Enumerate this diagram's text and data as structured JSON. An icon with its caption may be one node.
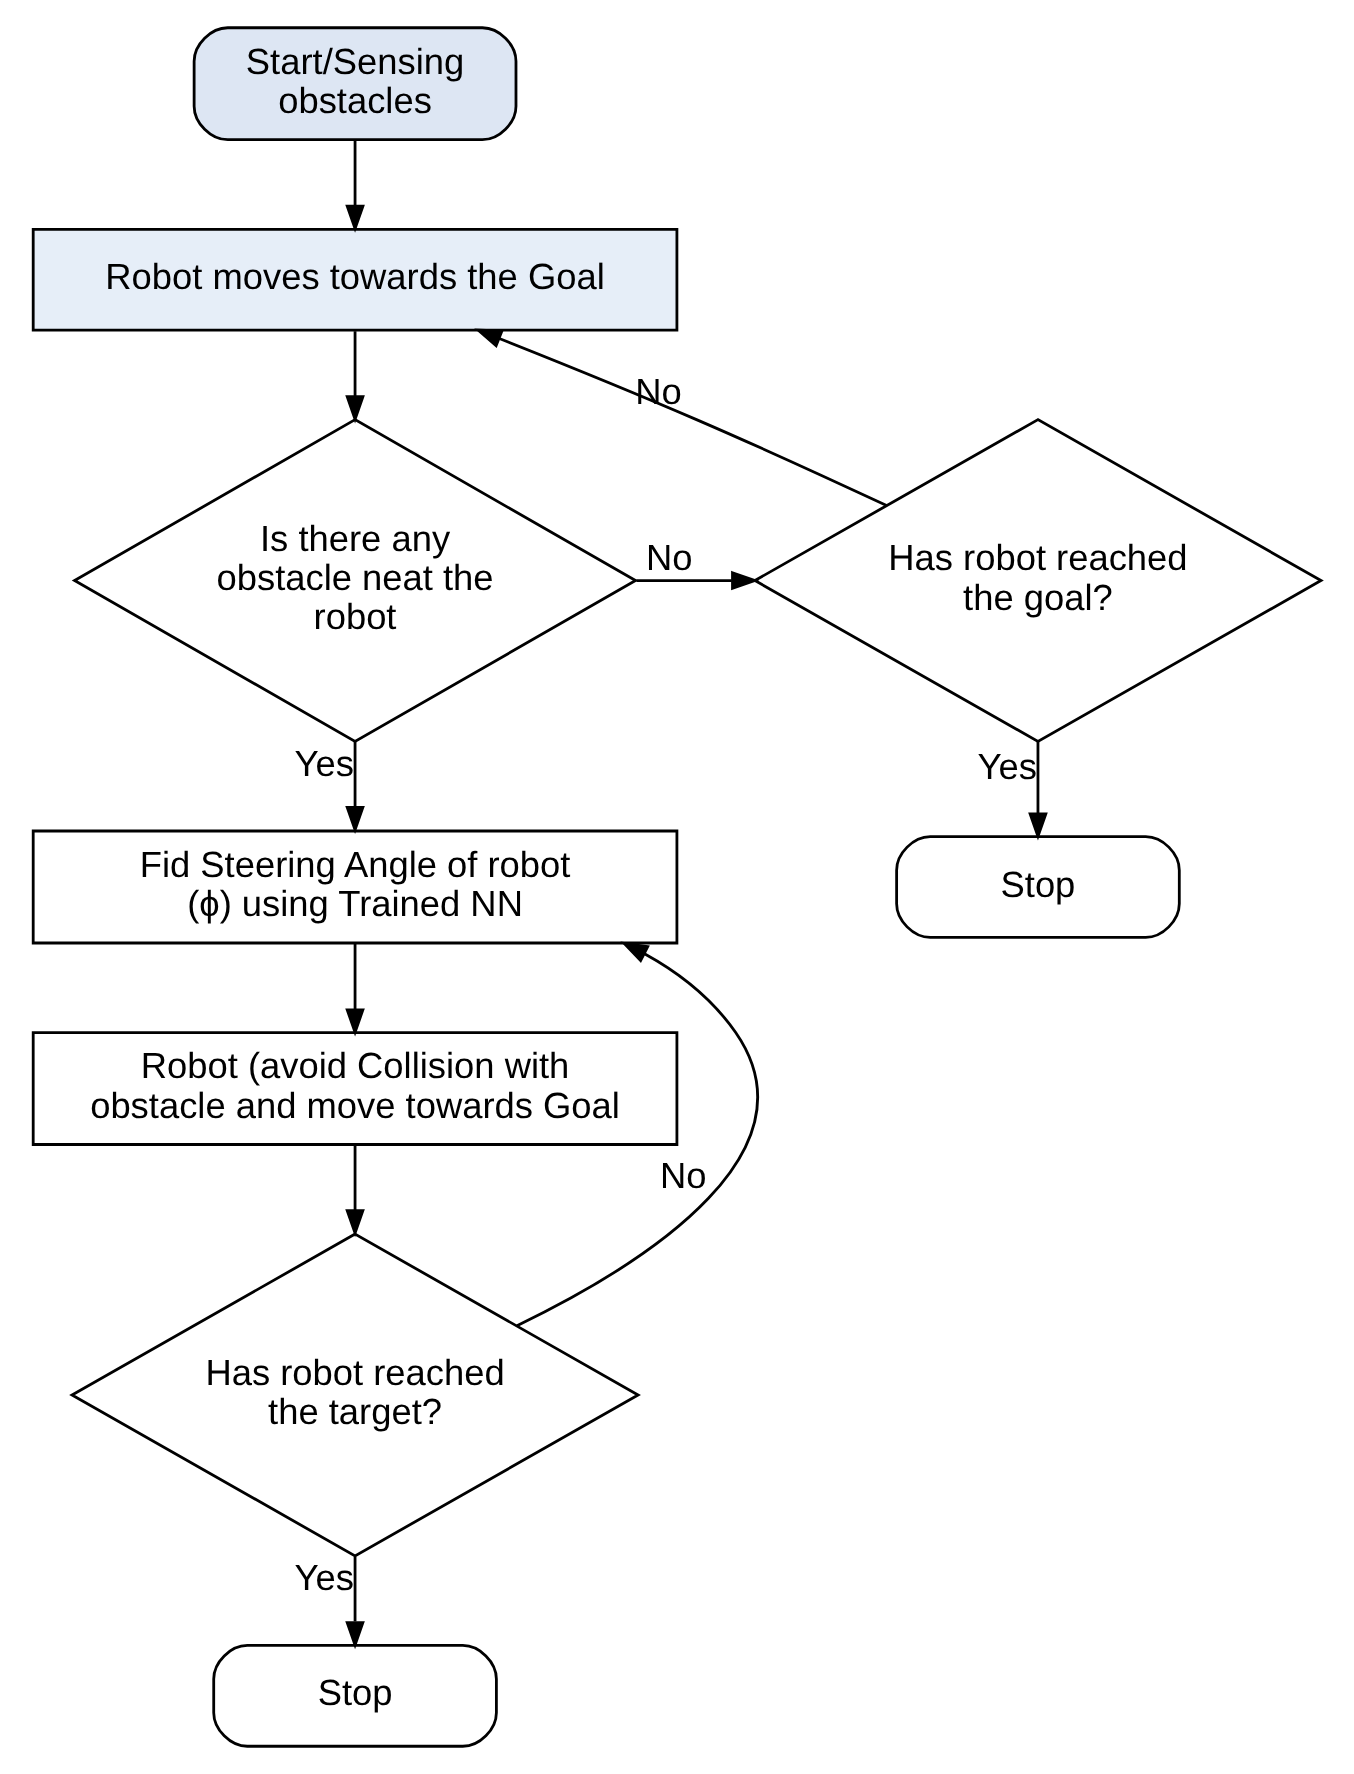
{
  "diagram": {
    "nodes": [
      {
        "text": [
          "Start/Sensing obstacles"
        ]
      },
      {
        "text": [
          "Robot moves towards the Goal"
        ]
      },
      {
        "text": [
          "Is there any obstacle neat the robot"
        ]
      },
      {
        "text": [
          "Has robot reached the goal?"
        ]
      },
      {
        "text": [
          "Stop"
        ]
      },
      {
        "text": [
          "Fid Steering Angle of robot (ϕ) using Trained NN"
        ]
      },
      {
        "text": [
          "Robot (avoid Collision with obstacle and move towards Goal"
        ]
      },
      {
        "text": [
          "Has robot reached the target?"
        ]
      },
      {
        "text": [
          "Stop"
        ]
      }
    ],
    "edges": [
      {
        "from": 0,
        "to": 1,
        "arrow": "to"
      },
      {
        "from": 1,
        "to": 2,
        "arrow": "to"
      },
      {
        "from": 2,
        "to": 3,
        "label": "No",
        "arrow": "to"
      },
      {
        "from": 3,
        "to": 1,
        "label": "No",
        "arrow": "to"
      },
      {
        "from": 3,
        "to": 4,
        "label": "Yes",
        "arrow": "to"
      },
      {
        "from": 2,
        "to": 5,
        "label": "Yes",
        "arrow": "to"
      },
      {
        "from": 5,
        "to": 6,
        "arrow": "to"
      },
      {
        "from": 6,
        "to": 7,
        "arrow": "to"
      },
      {
        "from": 7,
        "to": 5,
        "label": "No",
        "arrow": "to"
      },
      {
        "from": 7,
        "to": 8,
        "label": "Yes",
        "arrow": "to"
      }
    ]
  }
}
